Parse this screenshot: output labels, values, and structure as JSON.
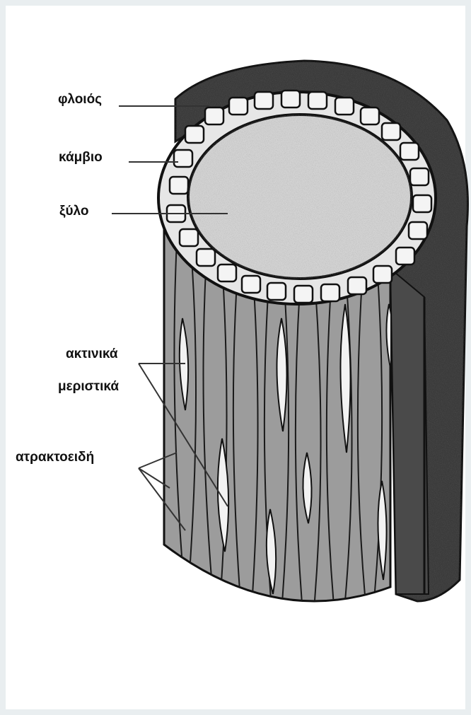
{
  "labels": {
    "phloem": "φλοιός",
    "cambium": "κάμβιο",
    "xylem": "ξύλο",
    "ray_initials_line1": "ακτινικά",
    "ray_initials_line2": "μεριστικά",
    "fusiform_initials": "ατρακτοειδή"
  },
  "colors": {
    "background": "#e9eef0",
    "panel": "#ffffff",
    "outline": "#111111",
    "bark": "#3c3c3c",
    "wood_top": "#d2d2d2",
    "cambium_cell": "#f4f4f4",
    "stem_side": "#9a9a9a"
  }
}
